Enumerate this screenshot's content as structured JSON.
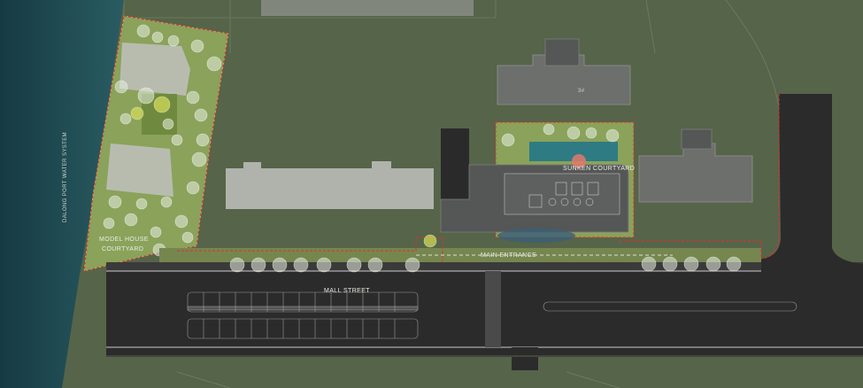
{
  "labels": {
    "water_system": "DALONG PORT WATER SYSTEM",
    "model_house_1": "MODEL HOUSE",
    "model_house_2": "COURTYARD",
    "sunken_courtyard": "SUNKEN COURTYARD",
    "main_entrance": "MAIN ENTRANCE",
    "mall_street": "MALL STREET",
    "building_3": "3#"
  },
  "colors": {
    "ground": "#566449",
    "water": "#1f4a52",
    "road": "#2b2b2b",
    "lawn": "#8ea75e",
    "site_boundary": "#e0302b",
    "building": "#6d6f6d"
  }
}
